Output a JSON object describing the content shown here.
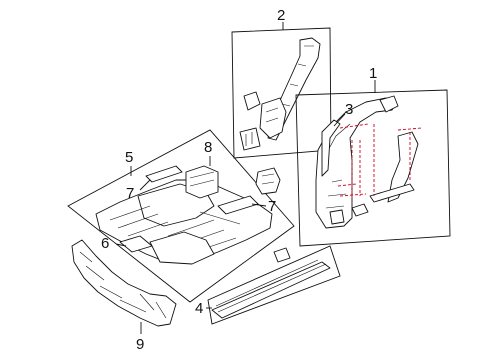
{
  "diagram": {
    "callouts": {
      "c1": "1",
      "c2": "2",
      "c3": "3",
      "c4": "4",
      "c5": "5",
      "c6": "6",
      "c7a": "7",
      "c7b": "7",
      "c8": "8",
      "c9": "9"
    },
    "colors": {
      "line": "#111111",
      "reference_lines": "#d0021b"
    }
  }
}
